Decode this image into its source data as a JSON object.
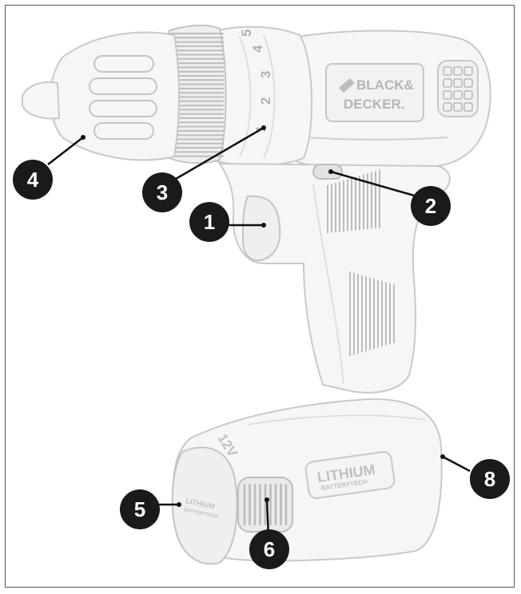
{
  "brand": {
    "line1": "BLACK&",
    "line2": "DECKER."
  },
  "clutch_settings": [
    "1",
    "2",
    "3",
    "4",
    "5"
  ],
  "battery": {
    "label_main": "LITHIUM",
    "label_sub": "BATTERYTECH",
    "end_label_main": "LITHIUM",
    "end_label_sub": "BATTERYTECH",
    "voltage": "12V"
  },
  "callouts": [
    {
      "id": "1",
      "label": "1"
    },
    {
      "id": "2",
      "label": "2"
    },
    {
      "id": "3",
      "label": "3"
    },
    {
      "id": "4",
      "label": "4"
    },
    {
      "id": "5",
      "label": "5"
    },
    {
      "id": "6",
      "label": "6"
    },
    {
      "id": "8",
      "label": "8"
    }
  ]
}
